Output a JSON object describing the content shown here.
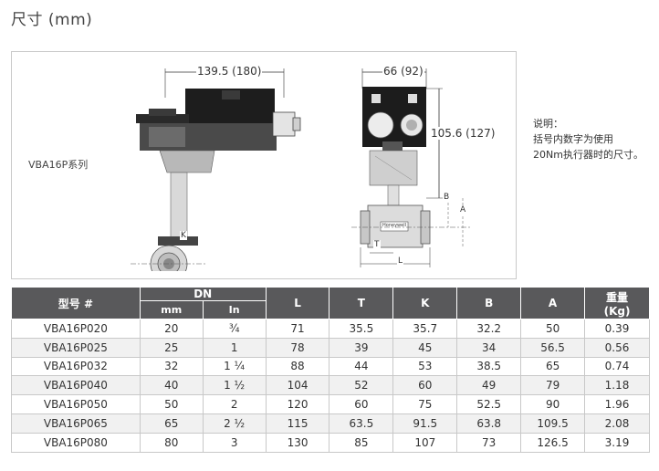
{
  "page_title": "尺寸 (mm)",
  "figure": {
    "series_label": "VBA16P系列",
    "dim_width": "139.5 (180)",
    "dim_depth": "66 (92)",
    "dim_height": "105.6 (127)",
    "dim_t": "T",
    "dim_l": "L",
    "dim_b": "B",
    "dim_a": "A",
    "dim_k": "K",
    "nameplate": "Honeywell"
  },
  "note": {
    "heading": "说明：",
    "line1": "括号内数字为使用",
    "line2": "20Nm执行器时的尺寸。"
  },
  "table": {
    "headers": {
      "model": "型号 #",
      "dn": "DN",
      "mm": "mm",
      "in": "In",
      "l": "L",
      "t": "T",
      "k": "K",
      "b": "B",
      "a": "A",
      "weight_line1": "重量",
      "weight_line2": "(Kg)"
    },
    "rows": [
      {
        "model": "VBA16P020",
        "mm": "20",
        "in": "¾",
        "l": "71",
        "t": "35.5",
        "k": "35.7",
        "b": "32.2",
        "a": "50",
        "w": "0.39"
      },
      {
        "model": "VBA16P025",
        "mm": "25",
        "in": "1",
        "l": "78",
        "t": "39",
        "k": "45",
        "b": "34",
        "a": "56.5",
        "w": "0.56"
      },
      {
        "model": "VBA16P032",
        "mm": "32",
        "in": "1 ¼",
        "l": "88",
        "t": "44",
        "k": "53",
        "b": "38.5",
        "a": "65",
        "w": "0.74"
      },
      {
        "model": "VBA16P040",
        "mm": "40",
        "in": "1 ½",
        "l": "104",
        "t": "52",
        "k": "60",
        "b": "49",
        "a": "79",
        "w": "1.18"
      },
      {
        "model": "VBA16P050",
        "mm": "50",
        "in": "2",
        "l": "120",
        "t": "60",
        "k": "75",
        "b": "52.5",
        "a": "90",
        "w": "1.96"
      },
      {
        "model": "VBA16P065",
        "mm": "65",
        "in": "2 ½",
        "l": "115",
        "t": "63.5",
        "k": "91.5",
        "b": "63.8",
        "a": "109.5",
        "w": "2.08"
      },
      {
        "model": "VBA16P080",
        "mm": "80",
        "in": "3",
        "l": "130",
        "t": "85",
        "k": "107",
        "b": "73",
        "a": "126.5",
        "w": "3.19"
      }
    ]
  }
}
